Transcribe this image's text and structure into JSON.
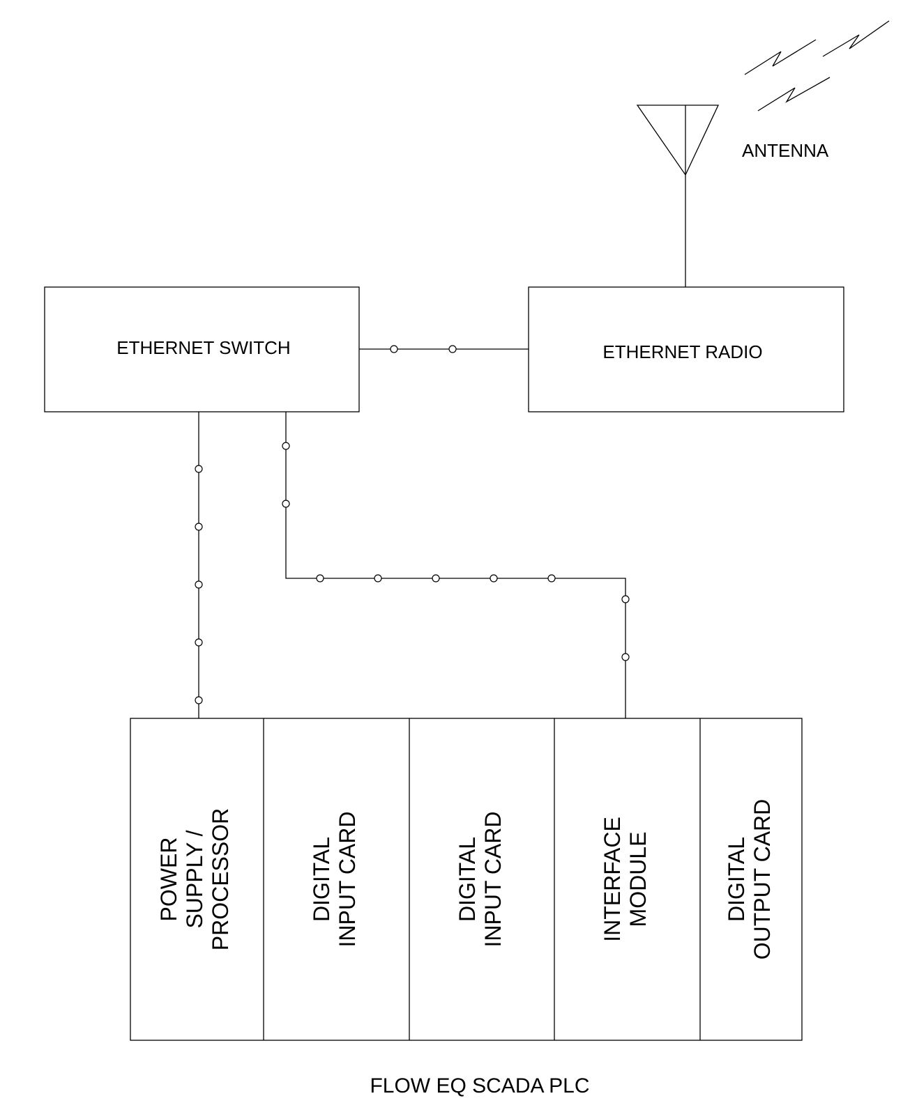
{
  "antenna": {
    "label": "ANTENNA"
  },
  "ethernet_switch": {
    "label": "ETHERNET SWITCH"
  },
  "ethernet_radio": {
    "label": "ETHERNET RADIO"
  },
  "plc": {
    "title": "FLOW EQ SCADA PLC",
    "cards": [
      {
        "line1": "POWER",
        "line2": "SUPPLY /",
        "line3": "PROCESSOR"
      },
      {
        "line1": "DIGITAL",
        "line2": "INPUT CARD"
      },
      {
        "line1": "DIGITAL",
        "line2": "INPUT CARD"
      },
      {
        "line1": "INTERFACE",
        "line2": "MODULE"
      },
      {
        "line1": "DIGITAL",
        "line2": "OUTPUT CARD"
      }
    ]
  }
}
